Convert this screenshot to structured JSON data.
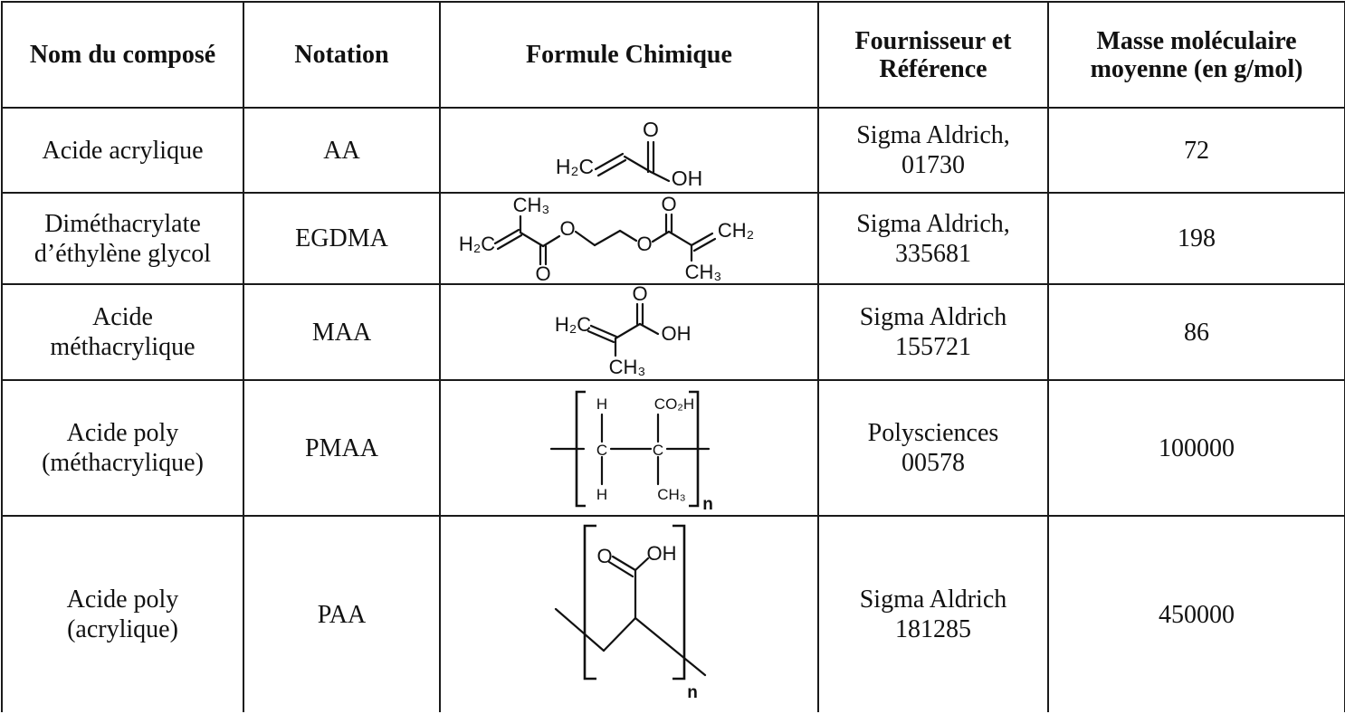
{
  "table": {
    "headers": {
      "name": "Nom du composé",
      "notation": "Notation",
      "formula": "Formule Chimique",
      "supplier_line1": "Fournisseur et",
      "supplier_line2": "Référence",
      "mass_line1": "Masse moléculaire",
      "mass_line2": "moyenne (en g/mol)"
    },
    "rows": [
      {
        "name_lines": [
          "Acide acrylique"
        ],
        "notation": "AA",
        "supplier_lines": [
          "Sigma Aldrich,",
          "01730"
        ],
        "mass": "72",
        "formula_labels": {
          "o": "O",
          "h2c": "H₂C",
          "oh": "OH"
        }
      },
      {
        "name_lines": [
          "Diméthacrylate",
          "d’éthylène glycol"
        ],
        "notation": "EGDMA",
        "supplier_lines": [
          "Sigma Aldrich,",
          "335681"
        ],
        "mass": "198",
        "formula_labels": {
          "ch3_top": "CH₃",
          "h2c": "H₂C",
          "o_bottom": "O",
          "o_ester1": "O",
          "o_ester2": "O",
          "o_top": "O",
          "ch2": "CH₂",
          "ch3_bottom": "CH₃"
        }
      },
      {
        "name_lines": [
          "Acide",
          "méthacrylique"
        ],
        "notation": "MAA",
        "supplier_lines": [
          "Sigma Aldrich",
          "155721"
        ],
        "mass": "86",
        "formula_labels": {
          "o": "O",
          "h2c": "H₂C",
          "oh": "OH",
          "ch3": "CH₃"
        }
      },
      {
        "name_lines": [
          "Acide poly",
          "(méthacrylique)"
        ],
        "notation": "PMAA",
        "supplier_lines": [
          "Polysciences",
          "00578"
        ],
        "mass": "100000",
        "formula_labels": {
          "h_top": "H",
          "co2h": "CO₂H",
          "c1": "C",
          "c2": "C",
          "h_bottom": "H",
          "ch3": "CH₃",
          "n": "n"
        }
      },
      {
        "name_lines": [
          "Acide poly",
          "(acrylique)"
        ],
        "notation": "PAA",
        "supplier_lines": [
          "Sigma Aldrich",
          "181285"
        ],
        "mass": "450000",
        "formula_labels": {
          "o": "O",
          "oh": "OH",
          "n": "n"
        }
      }
    ]
  }
}
